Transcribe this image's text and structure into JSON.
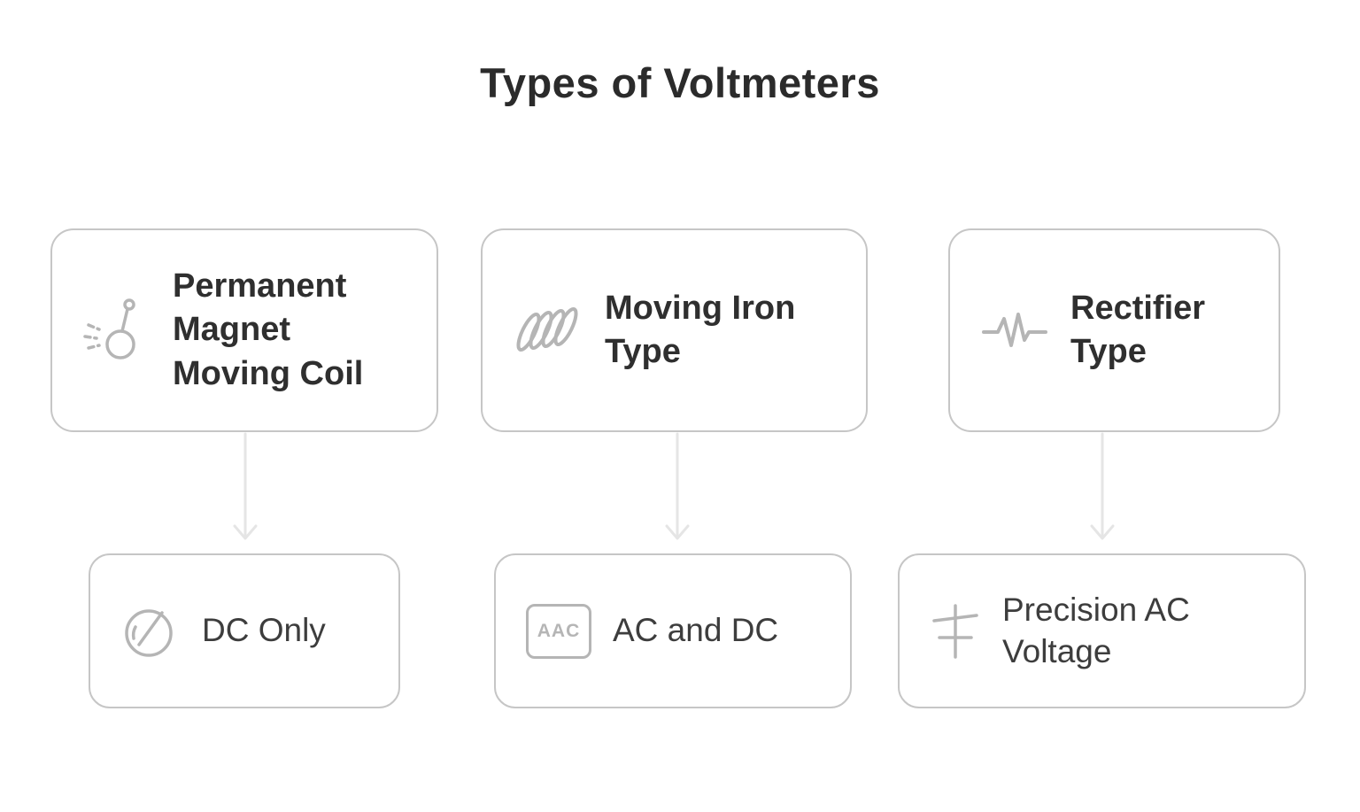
{
  "title": "Types of Voltmeters",
  "columns": [
    {
      "top": {
        "label": "Permanent Magnet Moving Coil",
        "icon": "pendulum-icon"
      },
      "bottom": {
        "label": "DC Only",
        "icon": "gauge-icon"
      }
    },
    {
      "top": {
        "label": "Moving Iron Type",
        "icon": "coil-icon"
      },
      "bottom": {
        "label": "AC and DC",
        "icon": "aac-badge-icon",
        "icon_text": "AAC"
      }
    },
    {
      "top": {
        "label": "Rectifier Type",
        "icon": "waveform-icon"
      },
      "bottom": {
        "label": "Precision AC Voltage",
        "icon": "capacitor-icon"
      }
    }
  ],
  "colors": {
    "background": "#ffffff",
    "text_dark": "#2f2f2f",
    "text_body": "#3d3d3d",
    "box_border": "#c6c6c6",
    "icon_gray": "#b5b5b5",
    "arrow_gray": "#e5e5e5"
  }
}
